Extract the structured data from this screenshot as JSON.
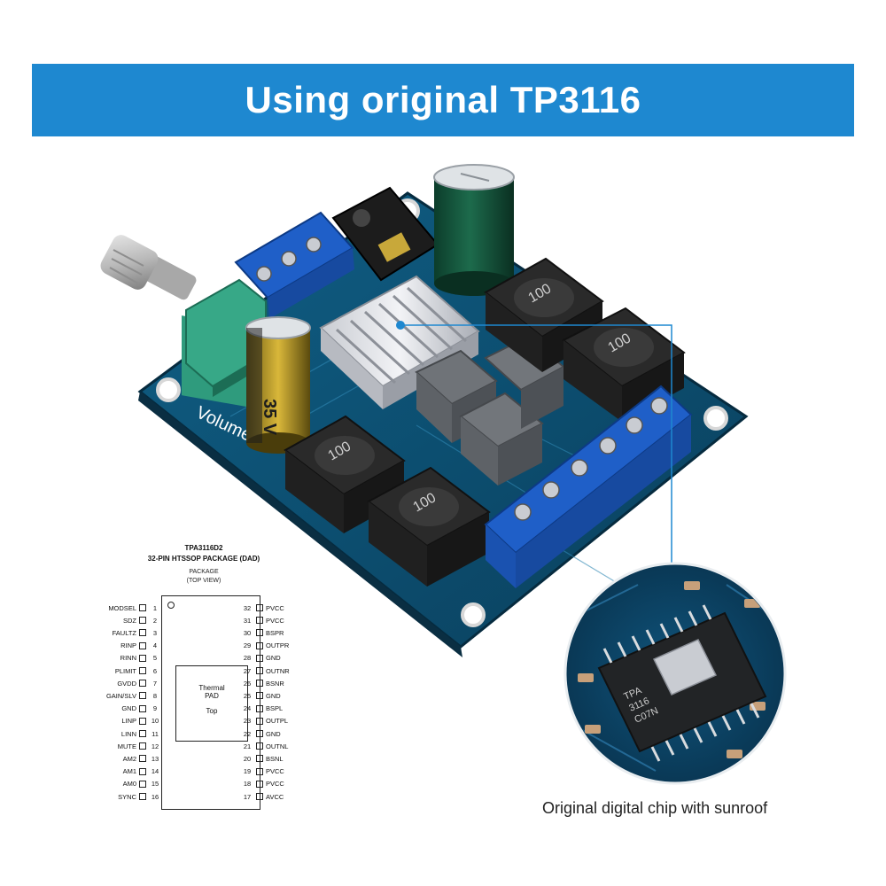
{
  "banner": {
    "title": "Using original TP3116",
    "color": "#1e88d0"
  },
  "board": {
    "volume_label": "Volume",
    "capacitor_label": "35 V",
    "inductor_label": "100",
    "chip_marking_lines": [
      "TPA",
      "3116",
      "C07N"
    ]
  },
  "pinout": {
    "title": "TPA3116D2",
    "package": "32-PIN HTSSOP PACKAGE (DAD)",
    "view": "PACKAGE",
    "view_sub": "(TOP VIEW)",
    "pad_label": [
      "Thermal",
      "PAD",
      "Top"
    ],
    "left_pins": [
      {
        "num": "1",
        "name": "MODSEL"
      },
      {
        "num": "2",
        "name": "SDZ"
      },
      {
        "num": "3",
        "name": "FAULTZ"
      },
      {
        "num": "4",
        "name": "RINP"
      },
      {
        "num": "5",
        "name": "RINN"
      },
      {
        "num": "6",
        "name": "PLIMIT"
      },
      {
        "num": "7",
        "name": "GVDD"
      },
      {
        "num": "8",
        "name": "GAIN/SLV"
      },
      {
        "num": "9",
        "name": "GND"
      },
      {
        "num": "10",
        "name": "LINP"
      },
      {
        "num": "11",
        "name": "LINN"
      },
      {
        "num": "12",
        "name": "MUTE"
      },
      {
        "num": "13",
        "name": "AM2"
      },
      {
        "num": "14",
        "name": "AM1"
      },
      {
        "num": "15",
        "name": "AM0"
      },
      {
        "num": "16",
        "name": "SYNC"
      }
    ],
    "right_pins": [
      {
        "num": "32",
        "name": "PVCC"
      },
      {
        "num": "31",
        "name": "PVCC"
      },
      {
        "num": "30",
        "name": "BSPR"
      },
      {
        "num": "29",
        "name": "OUTPR"
      },
      {
        "num": "28",
        "name": "GND"
      },
      {
        "num": "27",
        "name": "OUTNR"
      },
      {
        "num": "26",
        "name": "BSNR"
      },
      {
        "num": "25",
        "name": "GND"
      },
      {
        "num": "24",
        "name": "BSPL"
      },
      {
        "num": "23",
        "name": "OUTPL"
      },
      {
        "num": "22",
        "name": "GND"
      },
      {
        "num": "21",
        "name": "OUTNL"
      },
      {
        "num": "20",
        "name": "BSNL"
      },
      {
        "num": "19",
        "name": "PVCC"
      },
      {
        "num": "18",
        "name": "PVCC"
      },
      {
        "num": "17",
        "name": "AVCC"
      }
    ]
  },
  "caption": "Original digital chip with sunroof"
}
